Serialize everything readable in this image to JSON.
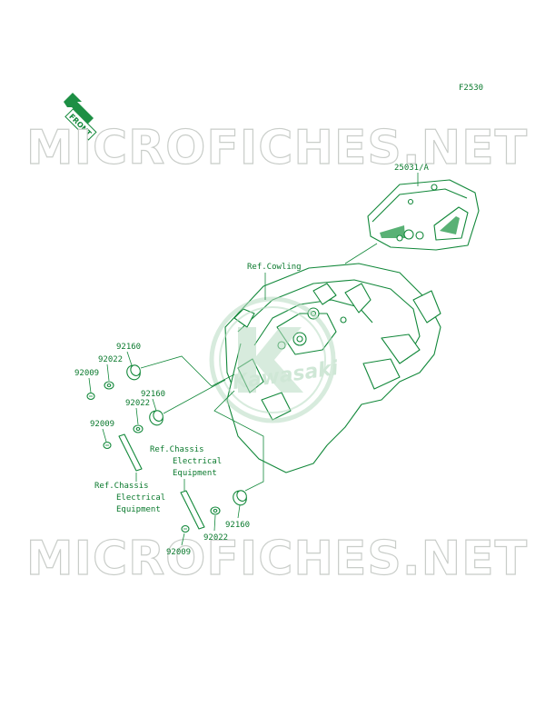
{
  "figure_code": "F2530",
  "front_label": "FRONT",
  "watermark_text": "MICROFICHES.NET",
  "logo_text": "Kawasaki",
  "colors": {
    "line": "#12883a",
    "watermark": "#c9cdc9",
    "logo": "#b8dcc2"
  },
  "labels": {
    "meter_assy": "25031/A",
    "ref_cowling": "Ref.Cowling",
    "ref_chassis_a": [
      "Ref.Chassis",
      "Electrical",
      "Equipment"
    ],
    "ref_chassis_b": [
      "Ref.Chassis",
      "Electrical",
      "Equipment"
    ],
    "damper_1": "92160",
    "collar_1": "92022",
    "screw_1": "92009",
    "damper_2": "92160",
    "collar_2": "92022",
    "screw_2": "92009",
    "damper_3": "92160",
    "collar_3": "92022",
    "screw_3": "92009"
  }
}
